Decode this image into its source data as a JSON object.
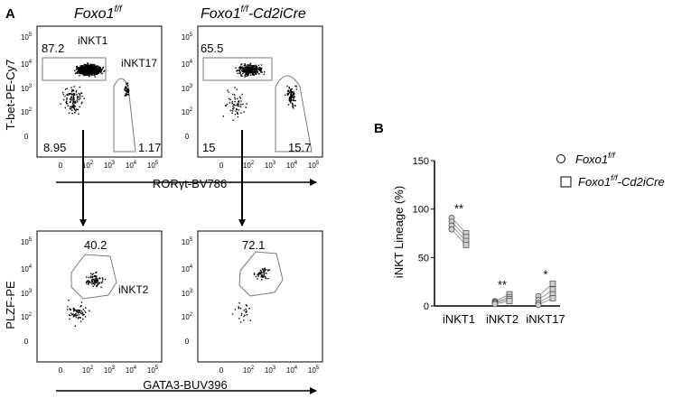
{
  "panel_a": {
    "letter": "A",
    "col1_title": {
      "base": "Foxo1",
      "sup": "f/f",
      "suffix": ""
    },
    "col2_title": {
      "base": "Foxo1",
      "sup": "f/f",
      "suffix": "-Cd2iCre"
    },
    "top_ylabel": "T-bet-PE-Cy7",
    "top_xlabel": "RORγt-BV786",
    "bottom_ylabel": "PLZF-PE",
    "bottom_xlabel": "GATA3-BUV396",
    "x_ticks": [
      "0",
      "10",
      "10",
      "10",
      "10"
    ],
    "x_tick_sups": [
      "",
      "2",
      "3",
      "4",
      "5"
    ],
    "y_ticks": [
      "0",
      "10",
      "10",
      "10",
      "10"
    ],
    "y_tick_sups": [
      "",
      "2",
      "3",
      "4",
      "5"
    ],
    "plots": {
      "tl": {
        "pct_tl": "87.2",
        "pct_bl": "8.95",
        "pct_br": "1.17",
        "gate1": "iNKT1",
        "gate2": "iNKT17"
      },
      "tr": {
        "pct_tl": "65.5",
        "pct_bl": "15",
        "pct_br": "15.7"
      },
      "bl": {
        "pct": "40.2",
        "gate": "iNKT2"
      },
      "br": {
        "pct": "72.1"
      }
    }
  },
  "panel_b": {
    "letter": "B",
    "legend": [
      {
        "marker": "circle",
        "base": "Foxo1",
        "sup": "f/f",
        "suffix": ""
      },
      {
        "marker": "square",
        "base": "Foxo1",
        "sup": "f/f",
        "suffix": "-Cd2iCre"
      }
    ]
  },
  "chart_data": {
    "type": "scatter",
    "title": "",
    "xlabel": "",
    "ylabel": "iNKT Lineage (%)",
    "ylim": [
      0,
      150
    ],
    "yticks": [
      0,
      50,
      100,
      150
    ],
    "categories": [
      "iNKT1",
      "iNKT2",
      "iNKT17"
    ],
    "paired": true,
    "series": [
      {
        "name": "Foxo1f/f",
        "marker": "circle",
        "values": [
          [
            91,
            87,
            83,
            79
          ],
          [
            5,
            4,
            3,
            2
          ],
          [
            10,
            6,
            3,
            1
          ]
        ]
      },
      {
        "name": "Foxo1f/f-Cd2iCre",
        "marker": "square",
        "values": [
          [
            75,
            71,
            67,
            63
          ],
          [
            12,
            9,
            7,
            5
          ],
          [
            23,
            17,
            12,
            8
          ]
        ]
      }
    ],
    "significance": [
      "**",
      "**",
      "*"
    ]
  }
}
